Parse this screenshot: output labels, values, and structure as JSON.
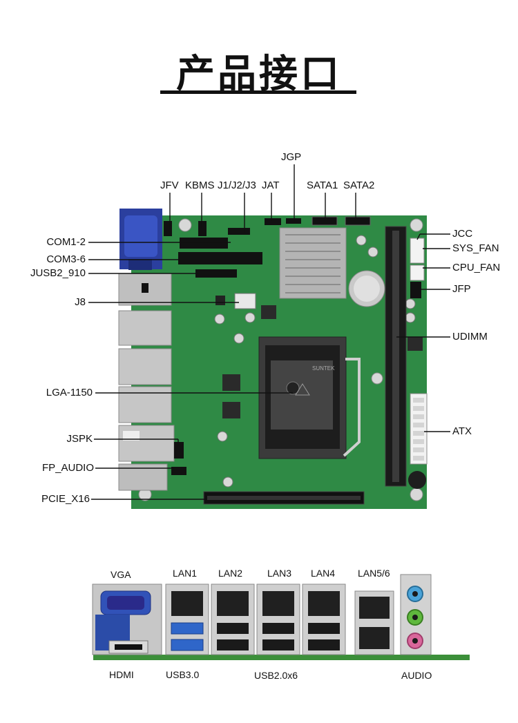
{
  "title": "产品接口",
  "board_labels": {
    "jfv": "JFV",
    "kbms": "KBMS",
    "j123": "J1/J2/J3",
    "jat": "JAT",
    "jgp": "JGP",
    "sata1": "SATA1",
    "sata2": "SATA2",
    "com12": "COM1-2",
    "com36": "COM3-6",
    "jusb2": "JUSB2_910",
    "j8": "J8",
    "lga": "LGA-1150",
    "jspk": "JSPK",
    "fp_audio": "FP_AUDIO",
    "pcie": "PCIE_X16",
    "jcc": "JCC",
    "sys_fan": "SYS_FAN",
    "cpu_fan": "CPU_FAN",
    "jfp": "JFP",
    "udimm": "UDIMM",
    "atx": "ATX"
  },
  "socket_text": "SUNTEK",
  "io_labels": {
    "vga": "VGA",
    "lan1": "LAN1",
    "lan2": "LAN2",
    "lan3": "LAN3",
    "lan4": "LAN4",
    "lan56": "LAN5/6",
    "hdmi": "HDMI",
    "usb30": "USB3.0",
    "usb20": "USB2.0x6",
    "audio": "AUDIO"
  },
  "colors": {
    "pcb": "#2f8a45",
    "pcb_dark": "#1f6a33",
    "vga_blue": "#2b3f9e",
    "usb3_blue": "#2f66c9",
    "audio_blue": "#4aa3d8",
    "audio_green": "#5fb83d",
    "audio_pink": "#d9679b"
  }
}
